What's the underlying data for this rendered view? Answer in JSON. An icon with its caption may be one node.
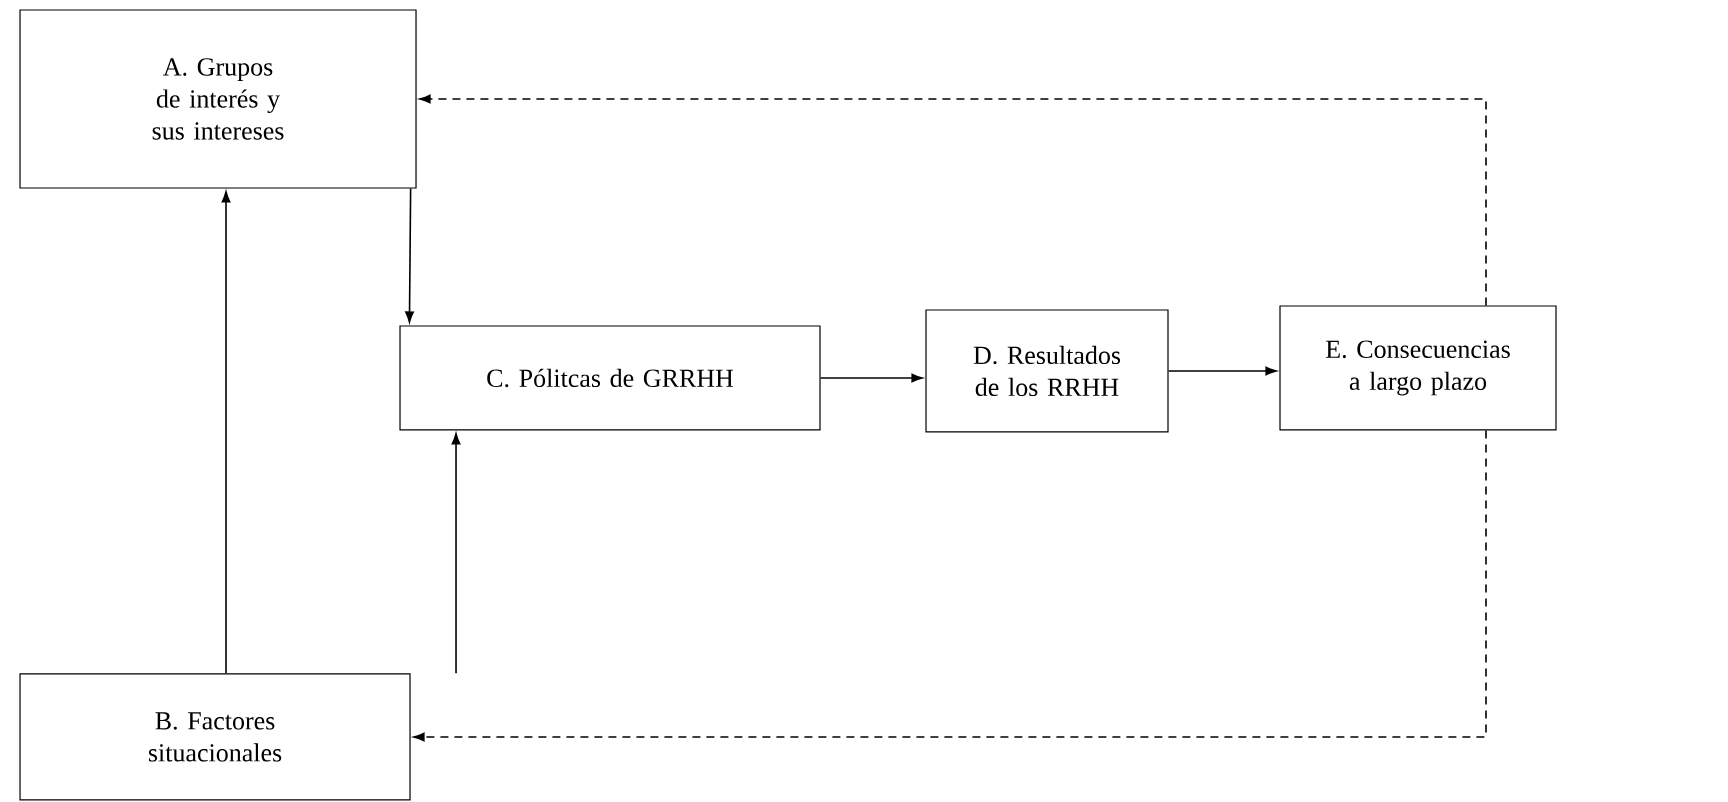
{
  "diagram": {
    "nodes": [
      {
        "text": [
          "A. Grupos de interés y sus intereses"
        ]
      },
      {
        "text": [
          "B. Factores situacionales"
        ]
      },
      {
        "text": [
          "C. Pólitcas de GRRHH"
        ]
      },
      {
        "text": [
          "D. Resultados de los RRHH"
        ]
      },
      {
        "text": [
          "E. Consecuencias a largo plazo"
        ]
      }
    ],
    "edges": [
      {
        "from": 0,
        "to": 2,
        "arrow": "to"
      },
      {
        "from": 1,
        "to": 0,
        "arrow": "to"
      },
      {
        "from": 1,
        "to": 2,
        "arrow": "to"
      },
      {
        "from": 2,
        "to": 3,
        "arrow": "to"
      },
      {
        "from": 3,
        "to": 4,
        "arrow": "to"
      },
      {
        "from": 4,
        "to": 0,
        "arrow": "to",
        "style": "dashed"
      },
      {
        "from": 4,
        "to": 1,
        "arrow": "to",
        "style": "dashed"
      }
    ]
  }
}
